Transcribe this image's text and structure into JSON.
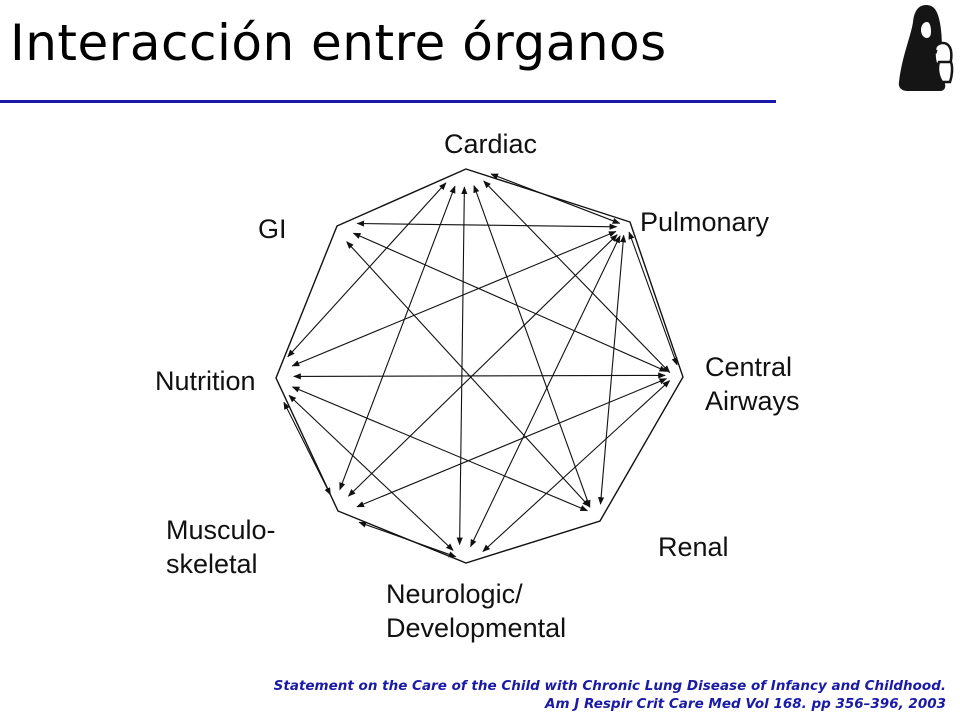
{
  "slide": {
    "title": "Interacción entre órganos",
    "citation_line1": "Statement on the Care of the Child with Chronic Lung Disease of Infancy and Childhood.",
    "citation_line2": "Am J Respir Crit Care Med Vol 168. pp 356–396, 2003"
  },
  "colors": {
    "title_rule": "#1a1aa6",
    "citation": "#1a1aa6",
    "diagram_ink": "#111111"
  },
  "logo": {
    "icon": "hooded-figure-icon"
  },
  "diagram": {
    "nodes": [
      {
        "id": "cardiac",
        "lines": [
          "Cardiac"
        ]
      },
      {
        "id": "pulmonary",
        "lines": [
          "Pulmonary"
        ]
      },
      {
        "id": "central_airways",
        "lines": [
          "Central",
          "Airways"
        ]
      },
      {
        "id": "renal",
        "lines": [
          "Renal"
        ]
      },
      {
        "id": "neurologic",
        "lines": [
          "Neurologic/",
          "Developmental"
        ]
      },
      {
        "id": "musculoskeletal",
        "lines": [
          "Musculo-",
          "skeletal"
        ]
      },
      {
        "id": "nutrition",
        "lines": [
          "Nutrition"
        ]
      },
      {
        "id": "gi",
        "lines": [
          "GI"
        ]
      }
    ],
    "interactions": [
      [
        "cardiac",
        "pulmonary"
      ],
      [
        "cardiac",
        "central_airways"
      ],
      [
        "cardiac",
        "renal"
      ],
      [
        "cardiac",
        "neurologic"
      ],
      [
        "cardiac",
        "musculoskeletal"
      ],
      [
        "cardiac",
        "nutrition"
      ],
      [
        "pulmonary",
        "gi"
      ],
      [
        "pulmonary",
        "nutrition"
      ],
      [
        "pulmonary",
        "musculoskeletal"
      ],
      [
        "pulmonary",
        "neurologic"
      ],
      [
        "pulmonary",
        "renal"
      ],
      [
        "pulmonary",
        "central_airways"
      ],
      [
        "gi",
        "central_airways"
      ],
      [
        "gi",
        "renal"
      ],
      [
        "nutrition",
        "central_airways"
      ],
      [
        "nutrition",
        "renal"
      ],
      [
        "nutrition",
        "neurologic"
      ],
      [
        "nutrition",
        "musculoskeletal"
      ],
      [
        "central_airways",
        "musculoskeletal"
      ],
      [
        "central_airways",
        "neurologic"
      ],
      [
        "musculoskeletal",
        "neurologic"
      ]
    ]
  }
}
